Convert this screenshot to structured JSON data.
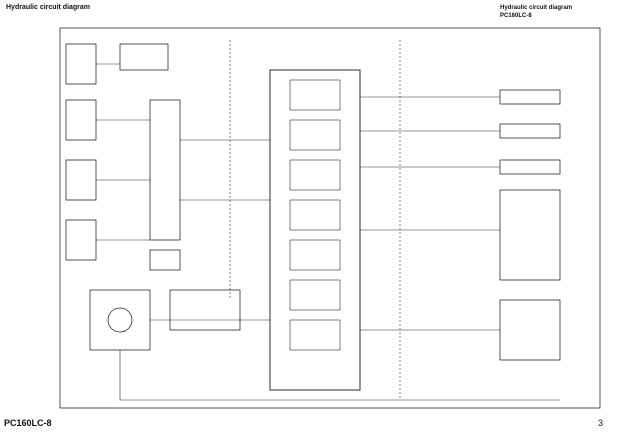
{
  "header": {
    "title_left": "Hydraulic circuit diagram",
    "title_right": "Hydraulic circuit diagram",
    "model_right": "PC160LC-8"
  },
  "footer": {
    "model": "PC160LC-8",
    "page": "3"
  },
  "colors": {
    "line": "#2b2b2b",
    "paper": "#ffffff"
  }
}
